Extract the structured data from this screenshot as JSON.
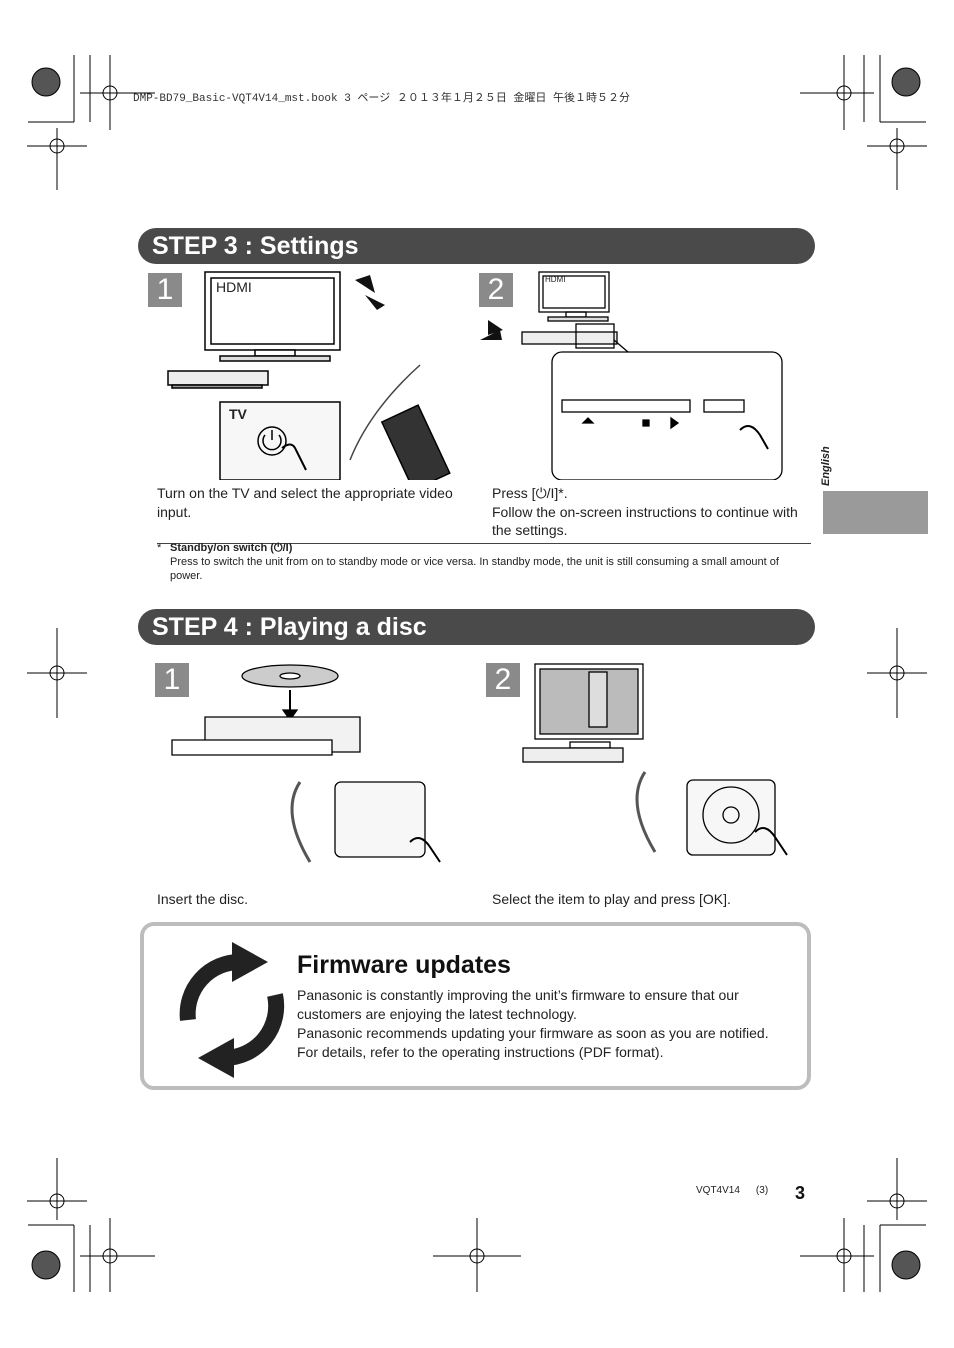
{
  "header": {
    "file_line": "DMP-BD79_Basic-VQT4V14_mst.book  3 ページ  ２０１３年１月２５日  金曜日  午後１時５２分"
  },
  "step3": {
    "title": "STEP 3 :  Settings",
    "panel1": {
      "number": "1",
      "tv_label": "HDMI",
      "button_label": "TV",
      "caption": "Turn on the TV and select the appropriate video input."
    },
    "panel2": {
      "number": "2",
      "tv_label": "HDMI",
      "caption_line1": "Press [⏻/I]*.",
      "caption_line2": "Follow the on-screen instructions to continue with the settings."
    },
    "footnote": {
      "marker": "*",
      "title": "Standby/on switch (⏻/I)",
      "text": "Press to switch the unit from on to standby mode or vice versa. In standby mode, the unit is still consuming a small amount of power."
    }
  },
  "step4": {
    "title": "STEP 4 :  Playing a disc",
    "panel1": {
      "number": "1",
      "caption": "Insert the disc."
    },
    "panel2": {
      "number": "2",
      "caption": "Select the item to play and press [OK]."
    }
  },
  "side": {
    "language": "English"
  },
  "firmware": {
    "title": "Firmware updates",
    "line1": "Panasonic is constantly improving the unit’s firmware to ensure that our customers are enjoying the latest technology.",
    "line2": "Panasonic recommends updating your firmware as soon as you are notified.",
    "line3": "For details, refer to the operating instructions (PDF format)."
  },
  "footer": {
    "code": "VQT4V14",
    "subpage": "(3)",
    "page_number": "3"
  }
}
